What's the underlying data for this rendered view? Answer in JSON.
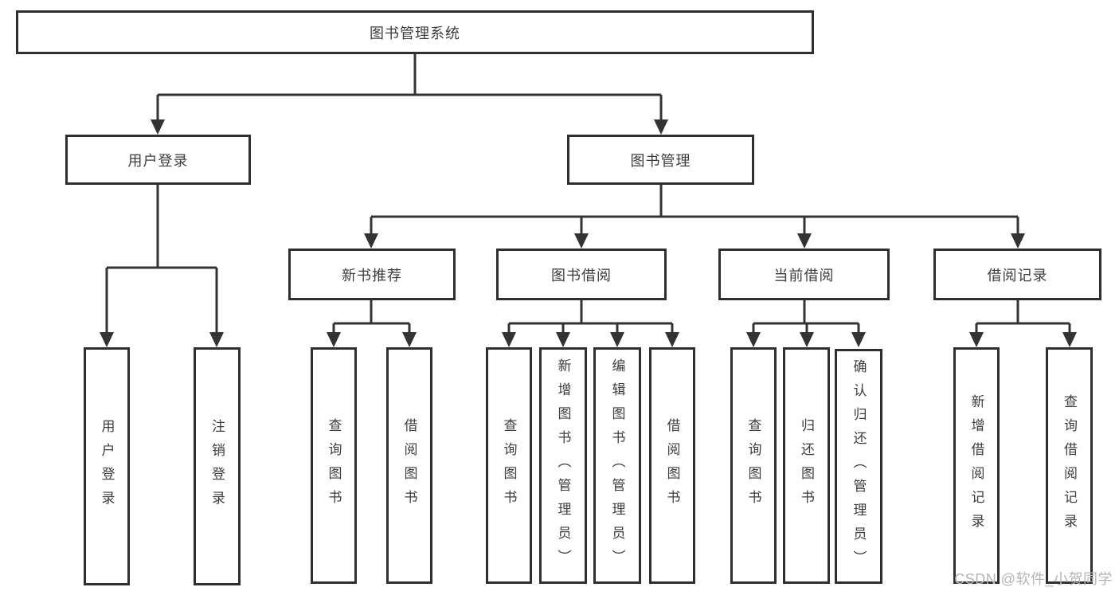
{
  "colors": {
    "line": "#333333",
    "box_border": "#2f2f2f",
    "text": "#3d3d3d",
    "watermark_text": "#b5b5b5",
    "background": "#ffffff"
  },
  "watermark": "CSDN @软件_小贺同学",
  "tree": {
    "root": {
      "label": "图书管理系统"
    },
    "level2": [
      {
        "label": "用户登录",
        "leaves": [
          "用户登录",
          "注销登录"
        ]
      },
      {
        "label": "图书管理",
        "groups": [
          {
            "label": "新书推荐",
            "leaves": [
              "查询图书",
              "借阅图书"
            ]
          },
          {
            "label": "图书借阅",
            "leaves": [
              "查询图书",
              "新增图书（管理员）",
              "编辑图书（管理员）",
              "借阅图书"
            ]
          },
          {
            "label": "当前借阅",
            "leaves": [
              "查询图书",
              "归还图书",
              "确认归还（管理员）"
            ]
          },
          {
            "label": "借阅记录",
            "leaves": [
              "新增借阅记录",
              "查询借阅记录"
            ]
          }
        ]
      }
    ]
  }
}
